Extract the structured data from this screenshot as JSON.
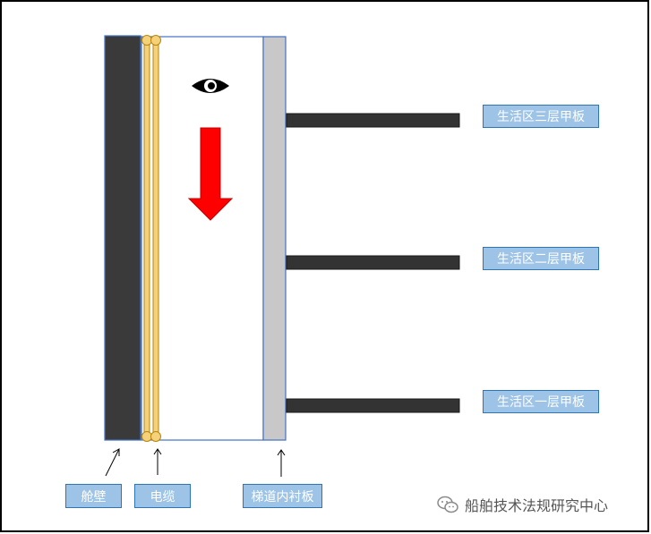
{
  "colors": {
    "frame": "#000000",
    "hull_wall": "#3a3a3a",
    "cable": "#f5d27a",
    "cable_edge": "#b8860b",
    "lining": "#c8c8c8",
    "outline": "#4472c4",
    "deck": "#333333",
    "label_fill": "#9dc3e6",
    "label_border": "#2e75b6",
    "flow_arrow": "#ff0000",
    "watermark": "#555555"
  },
  "decks": {
    "third": "生活区三层甲板",
    "second": "生活区二层甲板",
    "first": "生活区一层甲板"
  },
  "bottom_labels": {
    "hull_wall": "舱壁",
    "cable": "电缆",
    "lining": "梯道内衬板"
  },
  "icons": {
    "viewer": "eye-icon",
    "flow": "down-arrow-icon"
  },
  "watermark": {
    "text": "船舶技术法规研究中心"
  }
}
